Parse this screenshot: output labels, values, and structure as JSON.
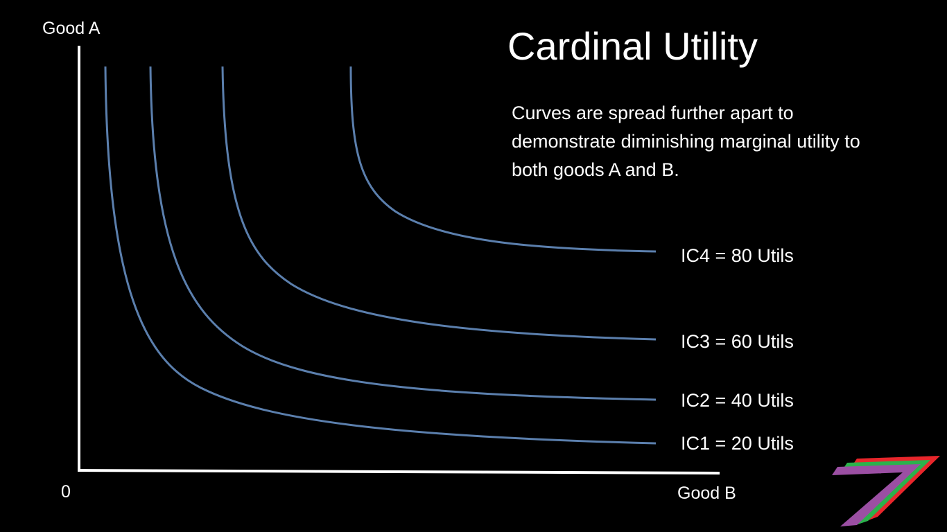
{
  "title": "Cardinal Utility",
  "description": "Curves are spread further apart to demonstrate diminishing marginal utility to both goods A and B.",
  "axes": {
    "y_label": "Good A",
    "x_label": "Good B",
    "origin_label": "0"
  },
  "curves": [
    {
      "id": "ic1",
      "label": "IC1 = 20 Utils"
    },
    {
      "id": "ic2",
      "label": "IC2 = 40 Utils"
    },
    {
      "id": "ic3",
      "label": "IC3 = 60 Utils"
    },
    {
      "id": "ic4",
      "label": "IC4 = 80 Utils"
    }
  ],
  "colors": {
    "background": "#000000",
    "axis": "#ffffff",
    "curve": "#5b7fad",
    "text": "#ffffff",
    "logo_red": "#e8262b",
    "logo_green": "#2bb24c",
    "logo_purple": "#9b4fa3"
  },
  "logo": {
    "icon": "stripe-7-logo"
  }
}
